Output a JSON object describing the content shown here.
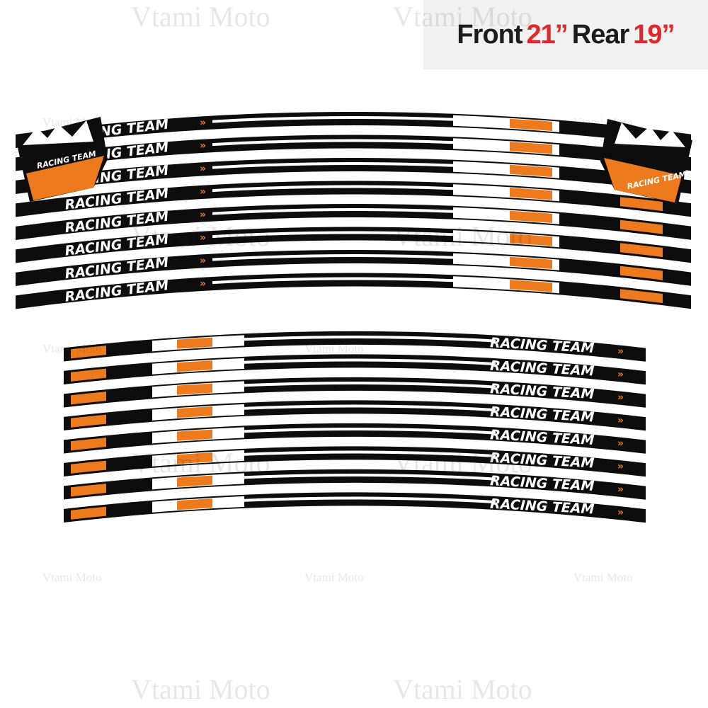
{
  "banner": {
    "front_label": "Front",
    "front_size": "21”",
    "rear_label": "Rear",
    "rear_size": "19”"
  },
  "watermark": "Vtami Moto",
  "stripe_text": "RACING TEAM",
  "badge_text": "RACING TEAM",
  "stripe_count": 16,
  "colors": {
    "black": "#0d0d0d",
    "orange": "#ee7a1e",
    "white": "#ffffff",
    "banner_bg": "#f1f1f1",
    "banner_red": "#e4262b"
  }
}
